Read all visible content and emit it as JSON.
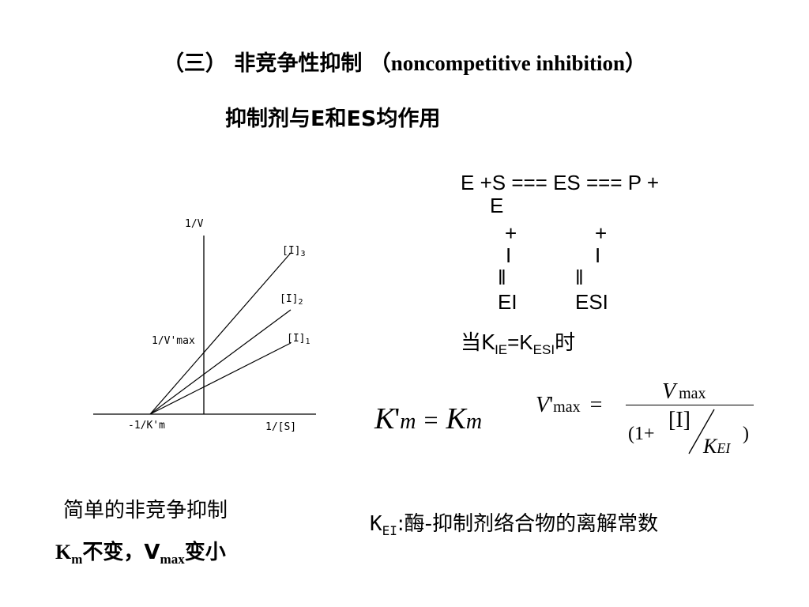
{
  "title": {
    "cn_prefix": "（三）  非竞争性抑制 （",
    "en": "noncompetitive inhibition",
    "cn_suffix": "）"
  },
  "subtitle": "抑制剂与E和ES均作用",
  "reaction": {
    "line1": "E +S === ES === P +",
    "line1b": "E",
    "plus_left": "+",
    "plus_right": "+",
    "i_left": "I",
    "i_right": "I",
    "eq_left": "‖",
    "eq_right": "‖",
    "product_left": "EI",
    "product_right": "ESI"
  },
  "condition": {
    "prefix": "当K",
    "sub1": "IE",
    "mid": "=K",
    "sub2": "ESI",
    "suffix": "时"
  },
  "graph": {
    "y_label": "1/V",
    "x_label": "1/[S]",
    "x_intercept": "-1/K'm",
    "y_intercept": "1/V'max",
    "lines": [
      {
        "label": "[I]",
        "sub": "3"
      },
      {
        "label": "[I]",
        "sub": "2"
      },
      {
        "label": "[I]",
        "sub": "1"
      }
    ]
  },
  "formula_km": {
    "k": "K",
    "prime": "'",
    "m": "m",
    "eq": "=",
    "k2": "K",
    "m2": "m"
  },
  "formula_vmax": {
    "v": "V",
    "prime": "'",
    "max": "max",
    "eq": "=",
    "num_v": "V",
    "num_max": "max",
    "open": "(1+",
    "bracket_i": "[I]",
    "k": "K",
    "ei": "EI",
    "close": ")"
  },
  "note1": "简单的非竞争抑制",
  "note2": {
    "km": "K",
    "km_sub": "m",
    "mid": "不变，V",
    "vmax_sub": "max",
    "end": "变小"
  },
  "kei_def": {
    "k": "K",
    "sub": "EI",
    "text": ":酶-抑制剂络合物的离解常数"
  }
}
